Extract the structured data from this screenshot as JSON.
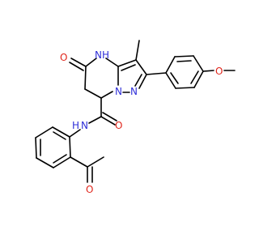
{
  "molecule": {
    "colors": {
      "carbon_bond": "#000000",
      "nitrogen": "#2f2fd8",
      "oxygen": "#e0251b",
      "background": "#ffffff"
    },
    "atom_labels": {
      "nh_ring": "NH",
      "h_ring": "H",
      "n_ring_bridge": "N",
      "n_ring_outer": "N",
      "o_ketone_ring": "O",
      "nh_amide": "N",
      "h_amide": "H",
      "o_amide": "O",
      "o_acetyl": "O",
      "o_methoxy": "O"
    }
  }
}
